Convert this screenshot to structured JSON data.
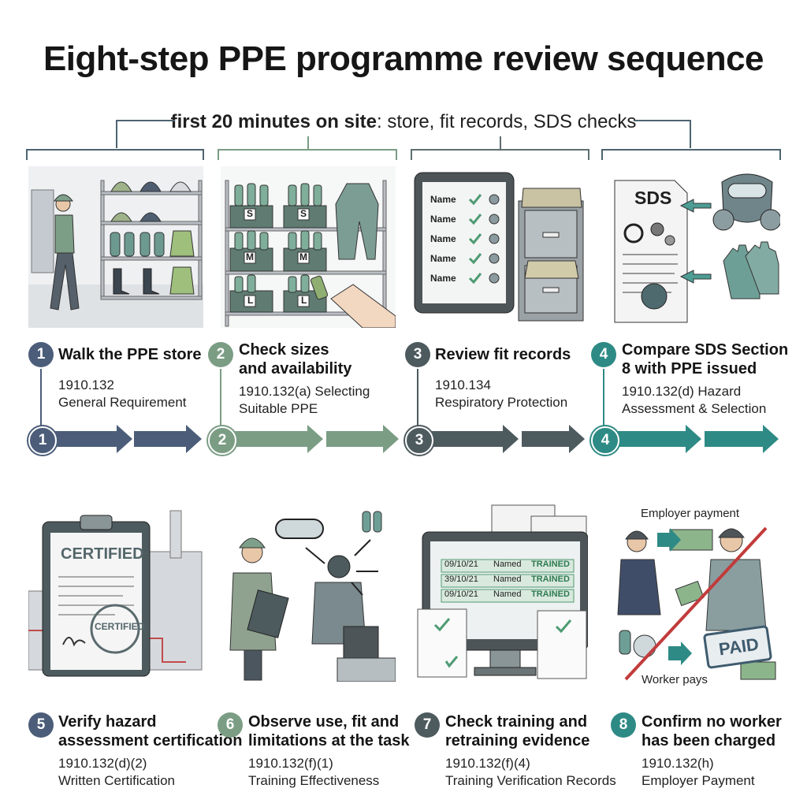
{
  "title": "Eight-step PPE programme review sequence",
  "subtitle": {
    "bold": "first 20 minutes on site",
    "rest": ": store, fit records, SDS checks"
  },
  "colors": {
    "step1": "#4b5d79",
    "step2": "#7b9d84",
    "step3": "#4d5a5e",
    "step4": "#2e8a85"
  },
  "steps": [
    {
      "num": "1",
      "title": "Walk the PPE store",
      "ref1": "1910.132",
      "ref2": "General Requirement"
    },
    {
      "num": "2",
      "title1": "Check sizes",
      "title2": "and availability",
      "ref1": "1910.132(a) Selecting",
      "ref2": "Suitable PPE"
    },
    {
      "num": "3",
      "title": "Review fit records",
      "ref1": "1910.134",
      "ref2": "Respiratory Protection"
    },
    {
      "num": "4",
      "title1": "Compare SDS Section",
      "title2": "8 with PPE issued",
      "ref1": "1910.132(d) Hazard",
      "ref2": "Assessment & Selection"
    },
    {
      "num": "5",
      "title1": "Verify hazard",
      "title2": "assessment certification",
      "ref1": "1910.132(d)(2)",
      "ref2": "Written Certification"
    },
    {
      "num": "6",
      "title1": "Observe use, fit and",
      "title2": "limitations at the task",
      "ref1": "1910.132(f)(1)",
      "ref2": "Training Effectiveness"
    },
    {
      "num": "7",
      "title1": "Check training and",
      "title2": "retraining evidence",
      "ref1": "1910.132(f)(4)",
      "ref2": "Training Verification Records"
    },
    {
      "num": "8",
      "title1": "Confirm no worker",
      "title2": "has been charged",
      "ref1": "1910.132(h)",
      "ref2": "Employer Payment"
    }
  ],
  "illustrations": {
    "shelf_sizes": [
      "S",
      "S",
      "M",
      "M",
      "L",
      "L"
    ],
    "fit_record_label": "Name",
    "sds_label": "SDS",
    "certified_label": "CERTIFIED",
    "certified_stamp": "CERTIFIED",
    "training_rows": [
      {
        "date": "09/10/21",
        "name": "Named",
        "status": "TRAINED"
      },
      {
        "date": "39/10/21",
        "name": "Named",
        "status": "TRAINED"
      },
      {
        "date": "09/10/21",
        "name": "Named",
        "status": "TRAINED"
      }
    ],
    "employer_payment": "Employer payment",
    "worker_pays": "Worker pays",
    "paid_stamp": "PAID"
  },
  "icons": [
    "worker-icon",
    "helmet-icon",
    "glove-icon",
    "boot-icon",
    "vest-icon",
    "coverall-icon",
    "tablet-icon",
    "file-cabinet-icon",
    "respirator-icon",
    "biohazard-icon",
    "gear-icon",
    "clipboard-icon",
    "factory-icon",
    "goggles-icon",
    "monitor-icon",
    "cash-icon",
    "cross-out-icon"
  ]
}
